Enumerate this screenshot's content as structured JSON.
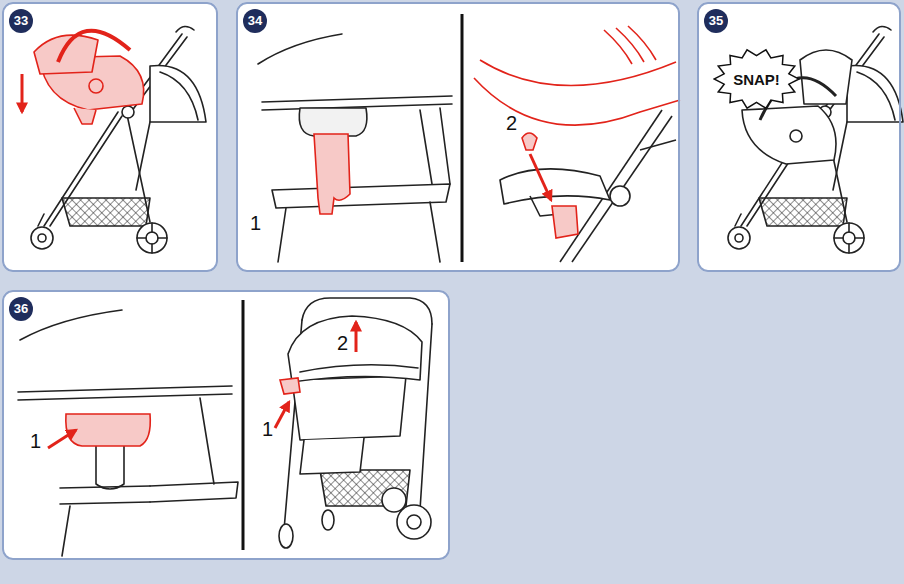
{
  "diagram": {
    "nodes": [
      {
        "text": [
          "33"
        ]
      },
      {
        "text": [
          "34"
        ]
      },
      {
        "text": [
          "35"
        ]
      },
      {
        "text": [
          "SNAP!"
        ],
        "in": 2
      },
      {
        "text": [
          "36"
        ]
      }
    ],
    "labels": [
      "1",
      "2",
      "1",
      "2",
      "1"
    ]
  }
}
